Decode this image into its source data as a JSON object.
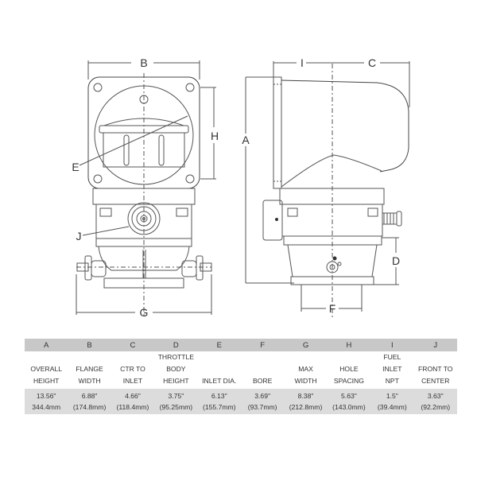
{
  "drawing": {
    "front_view_labels": {
      "B": "B",
      "H": "H",
      "E": "E",
      "J": "J",
      "G": "G"
    },
    "side_view_labels": {
      "I": "I",
      "C": "C",
      "A": "A",
      "D": "D",
      "F": "F"
    }
  },
  "spec_table": {
    "columns": [
      {
        "letter": "A",
        "label_lines": [
          "OVERALL",
          "HEIGHT"
        ],
        "inch": "13.56\"",
        "mm": "344.4mm"
      },
      {
        "letter": "B",
        "label_lines": [
          "FLANGE",
          "WIDTH"
        ],
        "inch": "6.88\"",
        "mm": "(174.8mm)"
      },
      {
        "letter": "C",
        "label_lines": [
          "CTR TO",
          "INLET"
        ],
        "inch": "4.66\"",
        "mm": "(118.4mm)"
      },
      {
        "letter": "D",
        "label_lines": [
          "THROTTLE",
          "BODY",
          "HEIGHT"
        ],
        "inch": "3.75\"",
        "mm": "(95.25mm)"
      },
      {
        "letter": "E",
        "label_lines": [
          "INLET DIA."
        ],
        "inch": "6.13\"",
        "mm": "(155.7mm)"
      },
      {
        "letter": "F",
        "label_lines": [
          "BORE"
        ],
        "inch": "3.69\"",
        "mm": "(93.7mm)"
      },
      {
        "letter": "G",
        "label_lines": [
          "MAX",
          "WIDTH"
        ],
        "inch": "8.38\"",
        "mm": "(212.8mm)"
      },
      {
        "letter": "H",
        "label_lines": [
          "HOLE",
          "SPACING"
        ],
        "inch": "5.63\"",
        "mm": "(143.0mm)"
      },
      {
        "letter": "I",
        "label_lines": [
          "FUEL",
          "INLET",
          "NPT"
        ],
        "inch": "1.5\"",
        "mm": "(39.4mm)"
      },
      {
        "letter": "J",
        "label_lines": [
          "FRONT TO",
          "CENTER"
        ],
        "inch": "3.63\"",
        "mm": "(92.2mm)"
      }
    ]
  },
  "colors": {
    "header_bg": "#c8c8c8",
    "value_bg": "#dcdcdc",
    "line": "#555555"
  }
}
